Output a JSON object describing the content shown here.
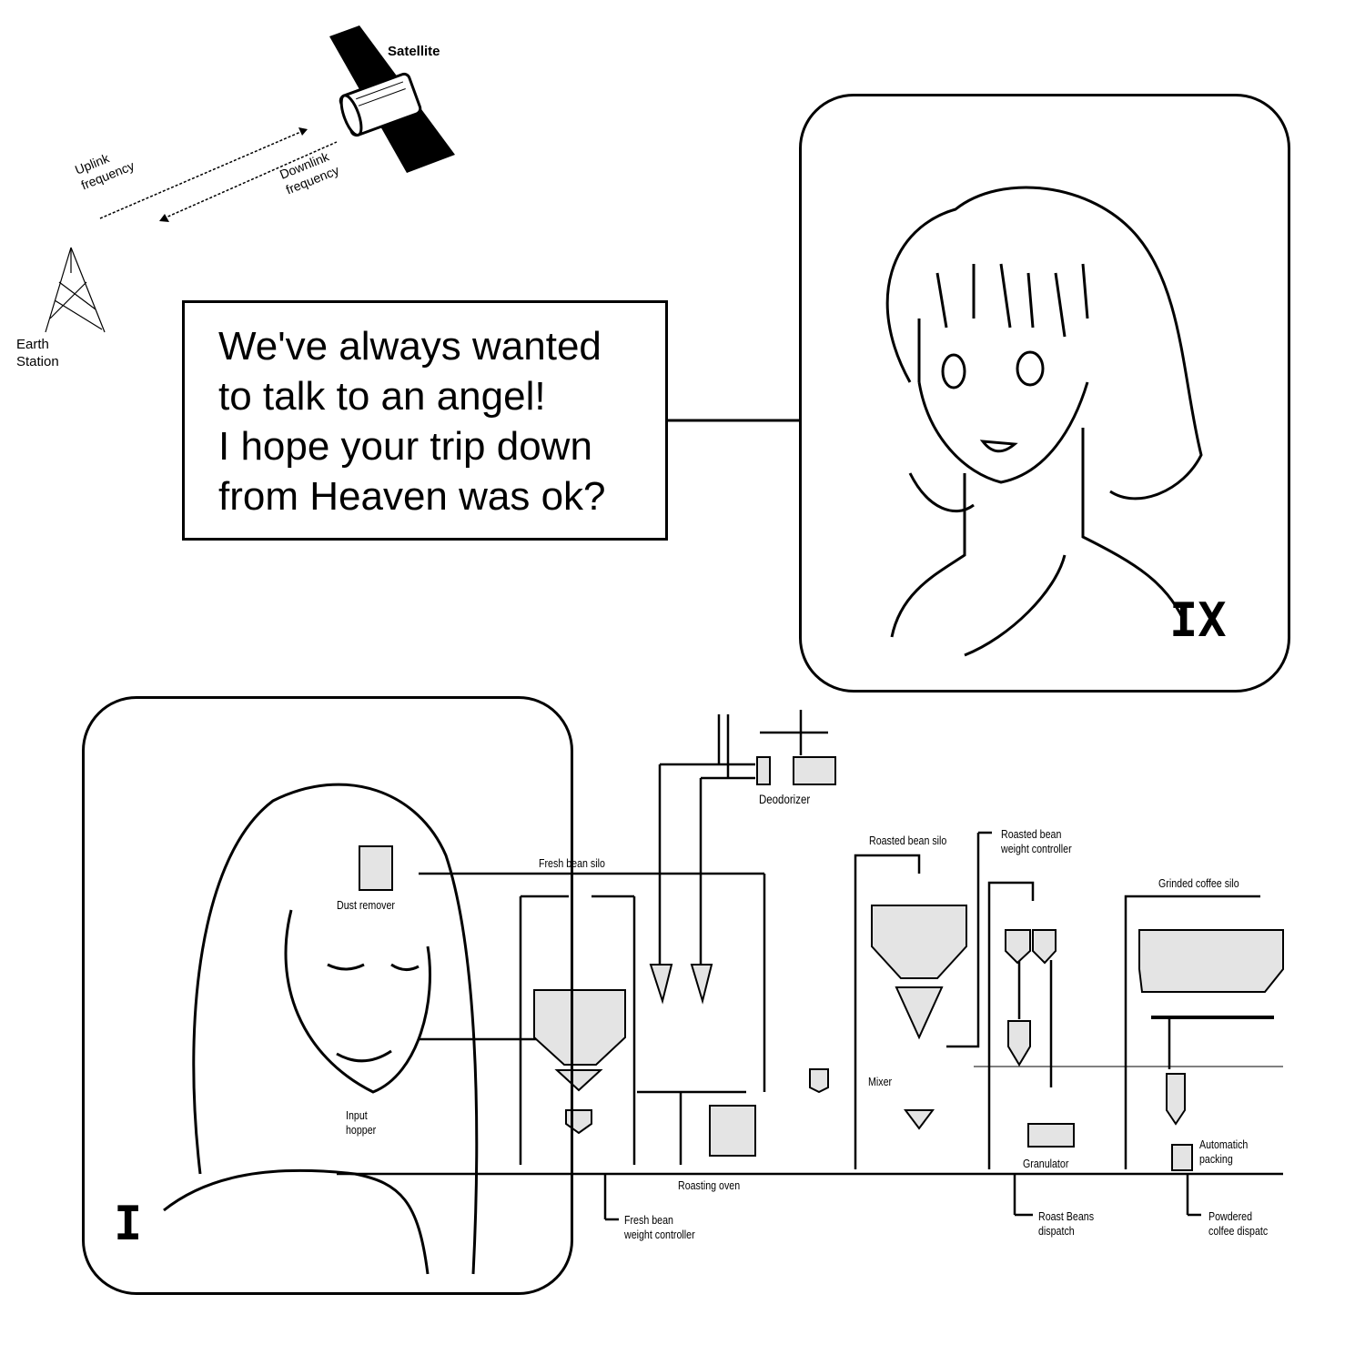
{
  "satellite_diagram": {
    "satellite_label": "Satellite",
    "uplink_label": "Uplink\nfrequency",
    "downlink_label": "Downlink\nfrequency",
    "earth_station_label": "Earth\nStation"
  },
  "speech_bubble": {
    "lines": [
      "We've always wanted",
      "to talk to an angel!",
      "I hope your trip down",
      "from Heaven was ok?"
    ]
  },
  "panels": {
    "top_right_numeral": "IX",
    "bottom_left_numeral": "I"
  },
  "process_diagram": {
    "labels": {
      "dust_remover": "Dust remover",
      "input_hopper": "Input\nhopper",
      "fresh_bean_silo": "Fresh bean silo",
      "deodorizer": "Deodorizer",
      "roasted_bean_silo": "Roasted bean silo",
      "roasted_bean_weight_controller": "Roasted bean\nweight controller",
      "grinded_coffee_silo": "Grinded coffee silo",
      "mixer": "Mixer",
      "roasting_oven": "Roasting oven",
      "fresh_bean_weight_controller": "Fresh bean\nweight controller",
      "granulator": "Granulator",
      "automatic_packing": "Automatich\npacking",
      "roast_beans_dispatch": "Roast Beans\ndispatch",
      "powdered_coffee_dispatch": "Powdered\ncolfee dispatc"
    }
  }
}
